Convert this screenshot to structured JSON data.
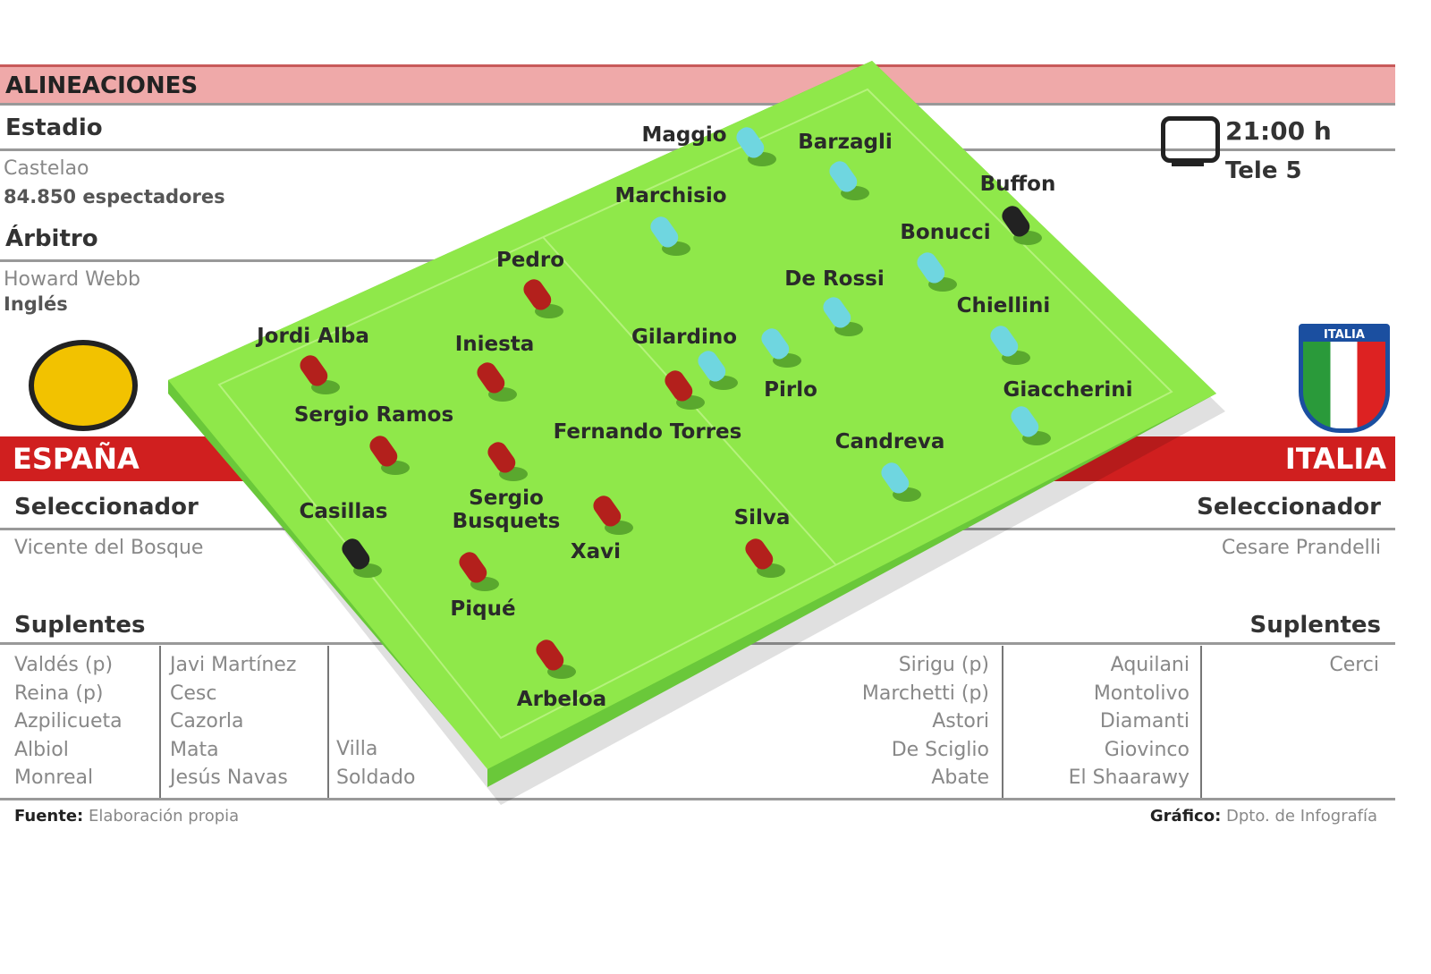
{
  "title": "ALINEACIONES",
  "info": {
    "stadium_label": "Estadio",
    "stadium": "Castelao",
    "spectators": "84.850 espectadores",
    "referee_label": "Árbitro",
    "referee": "Howard Webb",
    "referee_nationality": "Inglés",
    "time": "21:00 h",
    "tv": "Tele 5"
  },
  "teams": {
    "spain": {
      "name": "ESPAÑA",
      "coach_label": "Seleccionador",
      "coach": "Vicente del Bosque",
      "subs_label": "Suplentes",
      "subs": [
        [
          "Valdés (p)",
          "Reina (p)",
          "Azpilicueta",
          "Albiol",
          "Monreal"
        ],
        [
          "Javi Martínez",
          "Cesc",
          "Cazorla",
          "Mata",
          "Jesús Navas"
        ],
        [
          "Villa",
          "Soldado"
        ]
      ],
      "players": [
        "Jordi Alba",
        "Pedro",
        "Iniesta",
        "Sergio Ramos",
        "Sergio Busquets",
        "Casillas",
        "Xavi",
        "Piqué",
        "Arbeloa",
        "Fernando Torres",
        "Silva"
      ]
    },
    "italy": {
      "name": "ITALIA",
      "badge_text": "ITALIA",
      "coach_label": "Seleccionador",
      "coach": "Cesare Prandelli",
      "subs_label": "Suplentes",
      "subs": [
        [
          "Sirigu (p)",
          "Marchetti (p)",
          "Astori",
          "De Sciglio",
          "Abate"
        ],
        [
          "Aquilani",
          "Montolivo",
          "Diamanti",
          "Giovinco",
          "El Shaarawy"
        ],
        [
          "Cerci"
        ]
      ],
      "players": [
        "Maggio",
        "Barzagli",
        "Marchisio",
        "Buffon",
        "Bonucci",
        "De Rossi",
        "Chiellini",
        "Gilardino",
        "Pirlo",
        "Giaccherini",
        "Candreva"
      ]
    }
  },
  "footer": {
    "source_label": "Fuente:",
    "source": "Elaboración propia",
    "graphic_label": "Gráfico:",
    "graphic": "Dpto. de Infografía"
  },
  "colors": {
    "spain": "#b3201c",
    "italy": "#6fd6e0",
    "keeper": "#222222",
    "pitch": "#8fe84a",
    "band": "#d01f1f"
  }
}
